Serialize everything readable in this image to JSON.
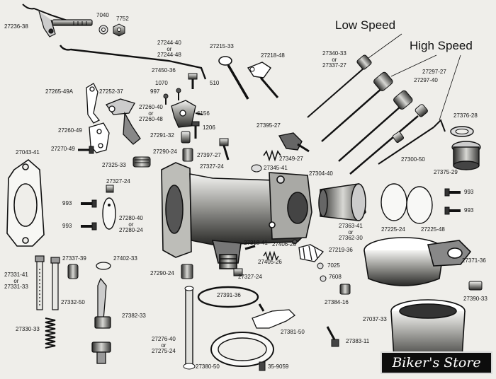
{
  "headings": {
    "low_speed": "Low Speed",
    "high_speed": "High Speed"
  },
  "parts": {
    "p27236_38": "27236-38",
    "p7040": "7040",
    "p7752": "7752",
    "p27244": "27244-40\nor\n27244-48",
    "p27215_33": "27215-33",
    "p27218_48": "27218-48",
    "p27450_36": "27450-36",
    "p1070": "1070",
    "p997": "997",
    "p510": "510",
    "p27265_49a": "27265-49A",
    "p27252_37": "27252-37",
    "p27260_40": "27260-40\nor\n27260-48",
    "p6156": "6156",
    "p27260_49": "27260-49",
    "p27270_49": "27270-49",
    "p27291_32": "27291-32",
    "p1206": "1206",
    "p27290_24a": "27290-24",
    "p27397_27": "27397-27",
    "p27395_27": "27395-27",
    "p27349_27": "27349-27",
    "p27345_41": "27345-41",
    "p27327_24a": "27327-24",
    "p27325_33": "27325-33",
    "p27043_41": "27043-41",
    "p27340_33": "27340-33\nor\n27337-27",
    "p27297_27": "27297-27",
    "p27297_40": "27297-40",
    "p27376_28": "27376-28",
    "p27300_50": "27300-50",
    "p27304_40": "27304-40",
    "p27375_29": "27375-29",
    "p993a": "993",
    "p993b": "993",
    "p993c": "993",
    "p993d": "993",
    "p27327_24b": "27327-24",
    "p27280_40": "27280-40\nor\n27280-24",
    "p27363_41": "27363-41\nor\n27362-30",
    "p27225_24": "27225-24",
    "p27225_48": "27225-48",
    "p27318_41": "27318-41",
    "p27406_26": "27406-26",
    "p27219_36": "27219-36",
    "p27405_26": "27405-26",
    "p27337_39": "27337-39",
    "p27402_33": "27402-33",
    "p27327_24c": "27327-24",
    "p27290_24b": "27290-24",
    "p7025": "7025",
    "p7608": "7608",
    "p27371_36": "27371-36",
    "p27331_41": "27331-41\nor\n27331-33",
    "p27332_50": "27332-50",
    "p27391_36": "27391-36",
    "p27384_16": "27384-16",
    "p27390_33": "27390-33",
    "p27382_33": "27382-33",
    "p27037_33": "27037-33",
    "p27330_33": "27330-33",
    "p27381_50": "27381-50",
    "p27383_11": "27383-11",
    "p27276_40": "27276-40\nor\n27275-24",
    "p27380_50": "27380-50",
    "p35_9059": "35-9059"
  },
  "watermark": "Biker's Store"
}
